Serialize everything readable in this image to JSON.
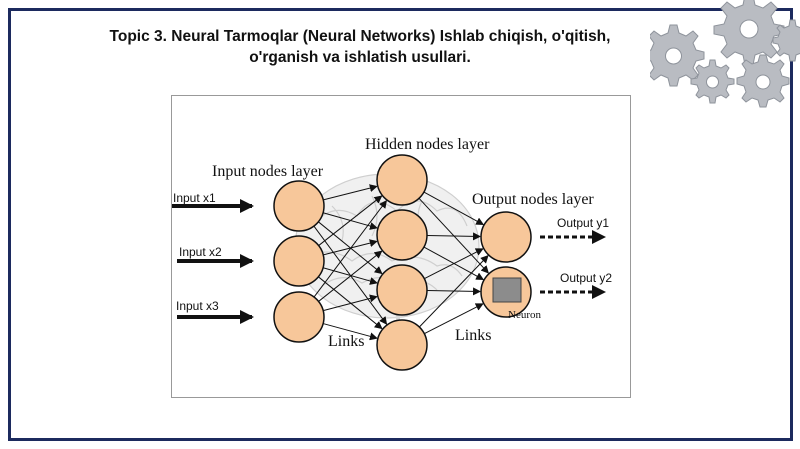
{
  "slide": {
    "title_line1": "Topic 3. Neural Tarmoqlar (Neural Networks) Ishlab chiqish, o'qitish,",
    "title_line2": "o'rganish va ishlatish usullari."
  },
  "diagram": {
    "input_layer_label": "Input nodes layer",
    "hidden_layer_label": "Hidden nodes layer",
    "output_layer_label": "Output nodes layer",
    "links_label_left": "Links",
    "links_label_right": "Links",
    "neuron_label": "Neuron",
    "inputs": [
      "Input x1",
      "Input x2",
      "Input x3"
    ],
    "outputs": [
      "Output y1",
      "Output y2"
    ],
    "node_fill": "#f7c79a",
    "frame_color": "#1c2a5e"
  }
}
